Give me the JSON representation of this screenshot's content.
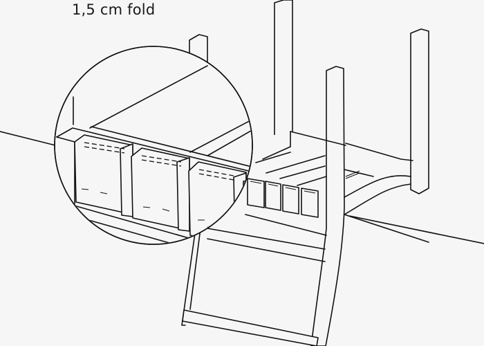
{
  "diagram": {
    "title": "1,5 cm fold",
    "subject": "upside-down chair with seat webbing strips folded over rail",
    "elements": [
      "chair-frame",
      "seat-rail",
      "webbing-strips",
      "magnified-detail-circle",
      "floor-line"
    ],
    "callout": {
      "shape": "circle",
      "content": "close-up of three webbing strips folded over seat rail with stitch lines"
    },
    "colors": {
      "background": "#f6f6f6",
      "line": "#111111"
    }
  }
}
